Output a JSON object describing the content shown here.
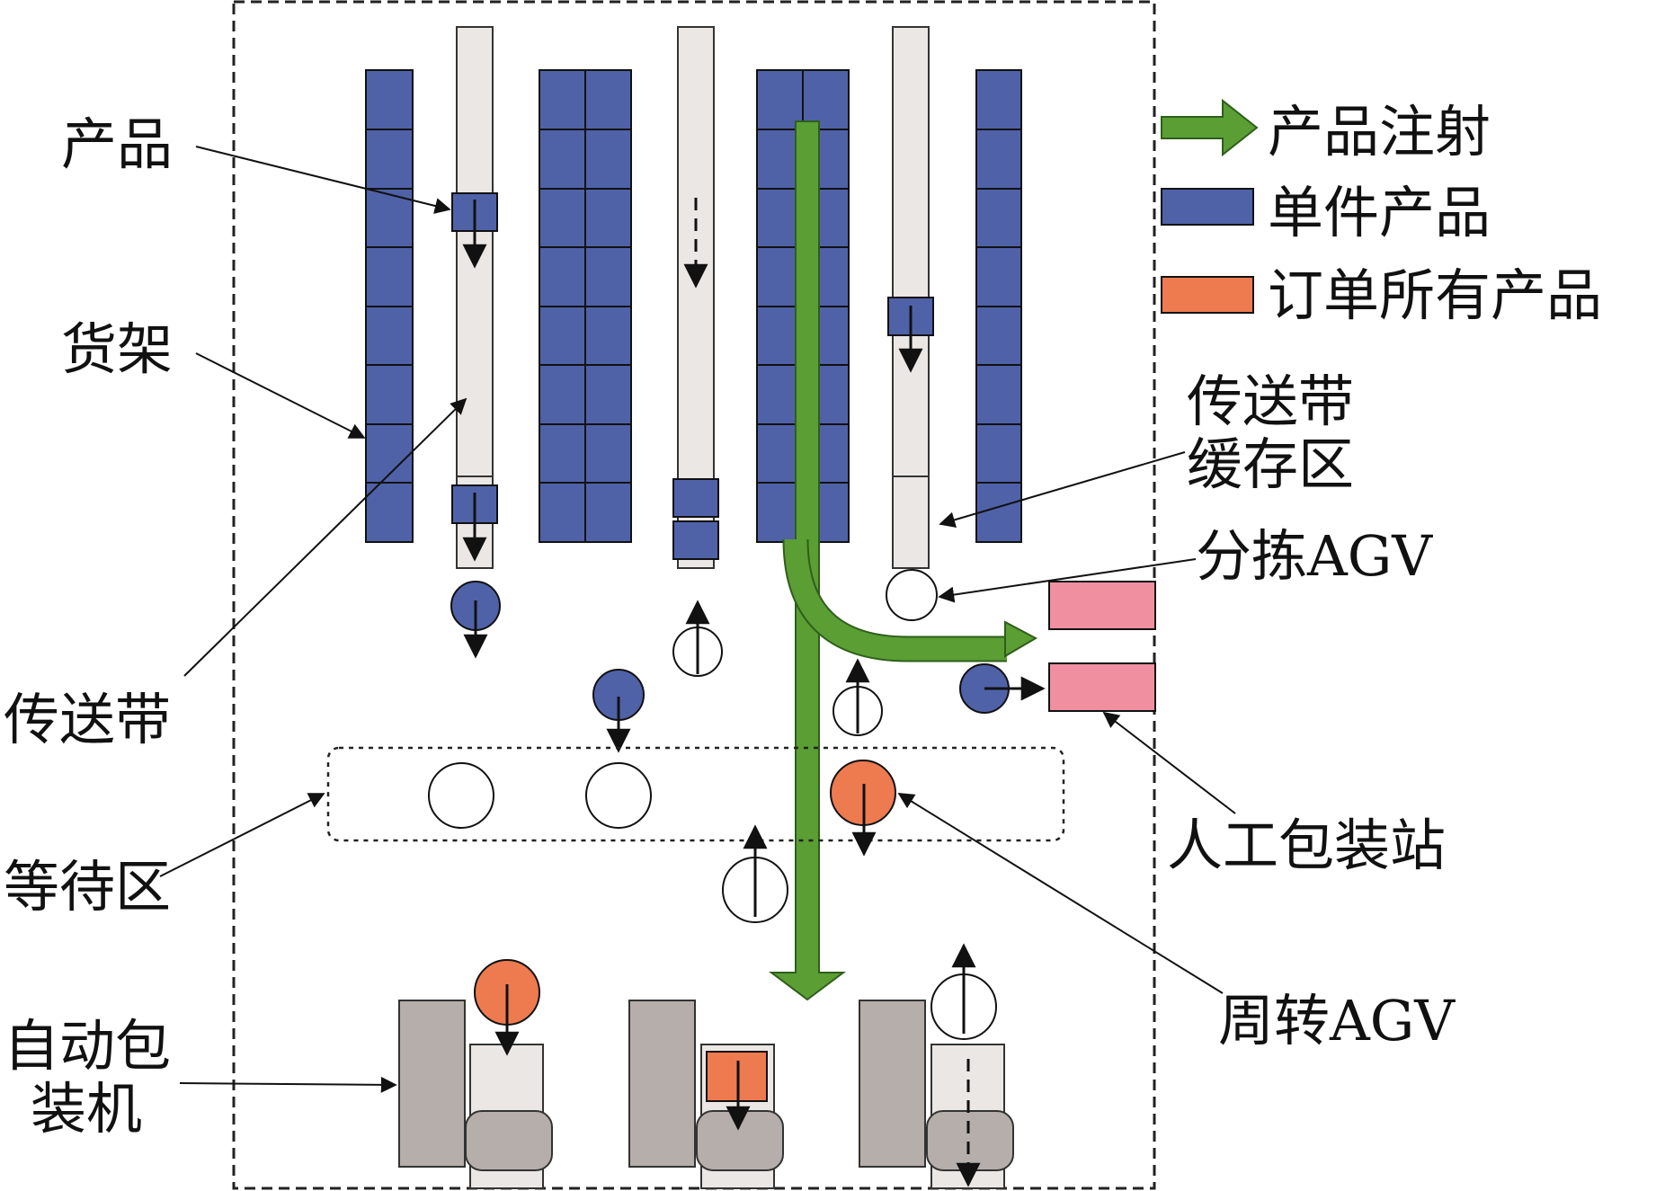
{
  "labels": {
    "product": "产品",
    "shelf": "货架",
    "conveyor": "传送带",
    "waiting_area": "等待区",
    "auto_packer_line1": "自动包",
    "auto_packer_line2": "装机",
    "buffer_line1": "传送带",
    "buffer_line2": "缓存区",
    "sorting_agv": "分拣AGV",
    "manual_station": "人工包装站",
    "transfer_agv": "周转AGV"
  },
  "legend": [
    {
      "label": "产品注射",
      "color": "#5a9e34",
      "icon": "green-arrow-icon"
    },
    {
      "label": "单件产品",
      "color": "#4f62a8",
      "icon": "blue-rect-icon"
    },
    {
      "label": "订单所有产品",
      "color": "#ee7a4f",
      "icon": "orange-rect-icon"
    }
  ],
  "colors": {
    "shelf": "#4f62a8",
    "conveyor": "#ebe7e4",
    "arrow": "#5a9e34",
    "order": "#ee7a4f",
    "manual_station": "#ef8fa0",
    "packer": "#b5aeab"
  }
}
